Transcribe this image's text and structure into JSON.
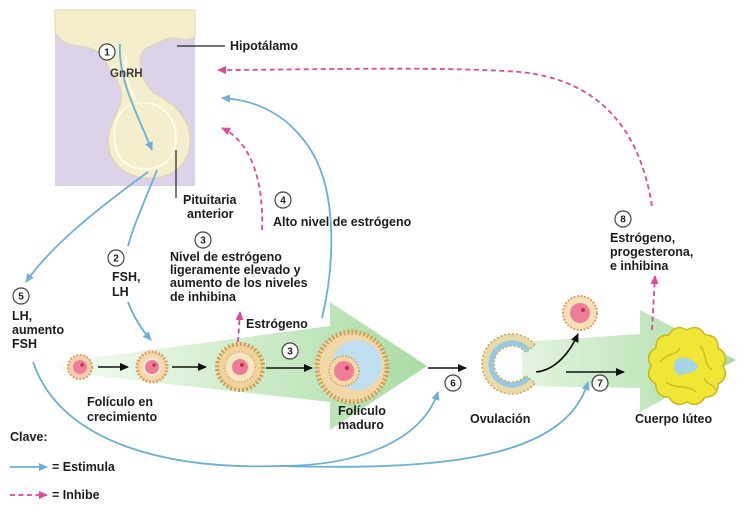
{
  "labels": {
    "hypothalamus": "Hipotálamo",
    "gnrh": "GnRH",
    "pituitary": [
      "Pituitaria",
      "anterior"
    ],
    "fsh_lh": [
      "FSH,",
      "LH"
    ],
    "slight_estrogen": [
      "Nivel de estrógeno",
      "ligeramente elevado y",
      "aumento de los niveles",
      "de inhibina"
    ],
    "high_estrogen": "Alto nivel de estrógeno",
    "lh_surge": [
      "LH,",
      "aumento",
      "FSH"
    ],
    "estrogen": "Estrógeno",
    "growing_follicle": [
      "Folículo en",
      "crecimiento"
    ],
    "mature_follicle": [
      "Folículo",
      "maduro"
    ],
    "ovulation": "Ovulación",
    "corpus_luteum": "Cuerpo lúteo",
    "luteal_hormones": [
      "Estrógeno,",
      "progesterona,",
      "e inhibina"
    ]
  },
  "steps": {
    "gnrh": "1",
    "fsh_lh": "2",
    "slight_estrogen": "3",
    "follicle_growth": "3",
    "high_estrogen": "4",
    "lh_surge": "5",
    "ovulation": "6",
    "corpus_luteum": "7",
    "luteal_hormones": "8"
  },
  "legend": {
    "title": "Clave:",
    "stimulate": "= Estimula",
    "inhibit": "= Inhibe"
  },
  "colors": {
    "stimulate": "#6bb0d6",
    "inhibit": "#e0489a",
    "illustration_background": "#dcd2e8",
    "hypothalamus": "#f4eecd",
    "progression_arrow": "#a9dca4",
    "corpus_luteum": "#efe636",
    "follicle_oocyte": "#ee7d97"
  }
}
